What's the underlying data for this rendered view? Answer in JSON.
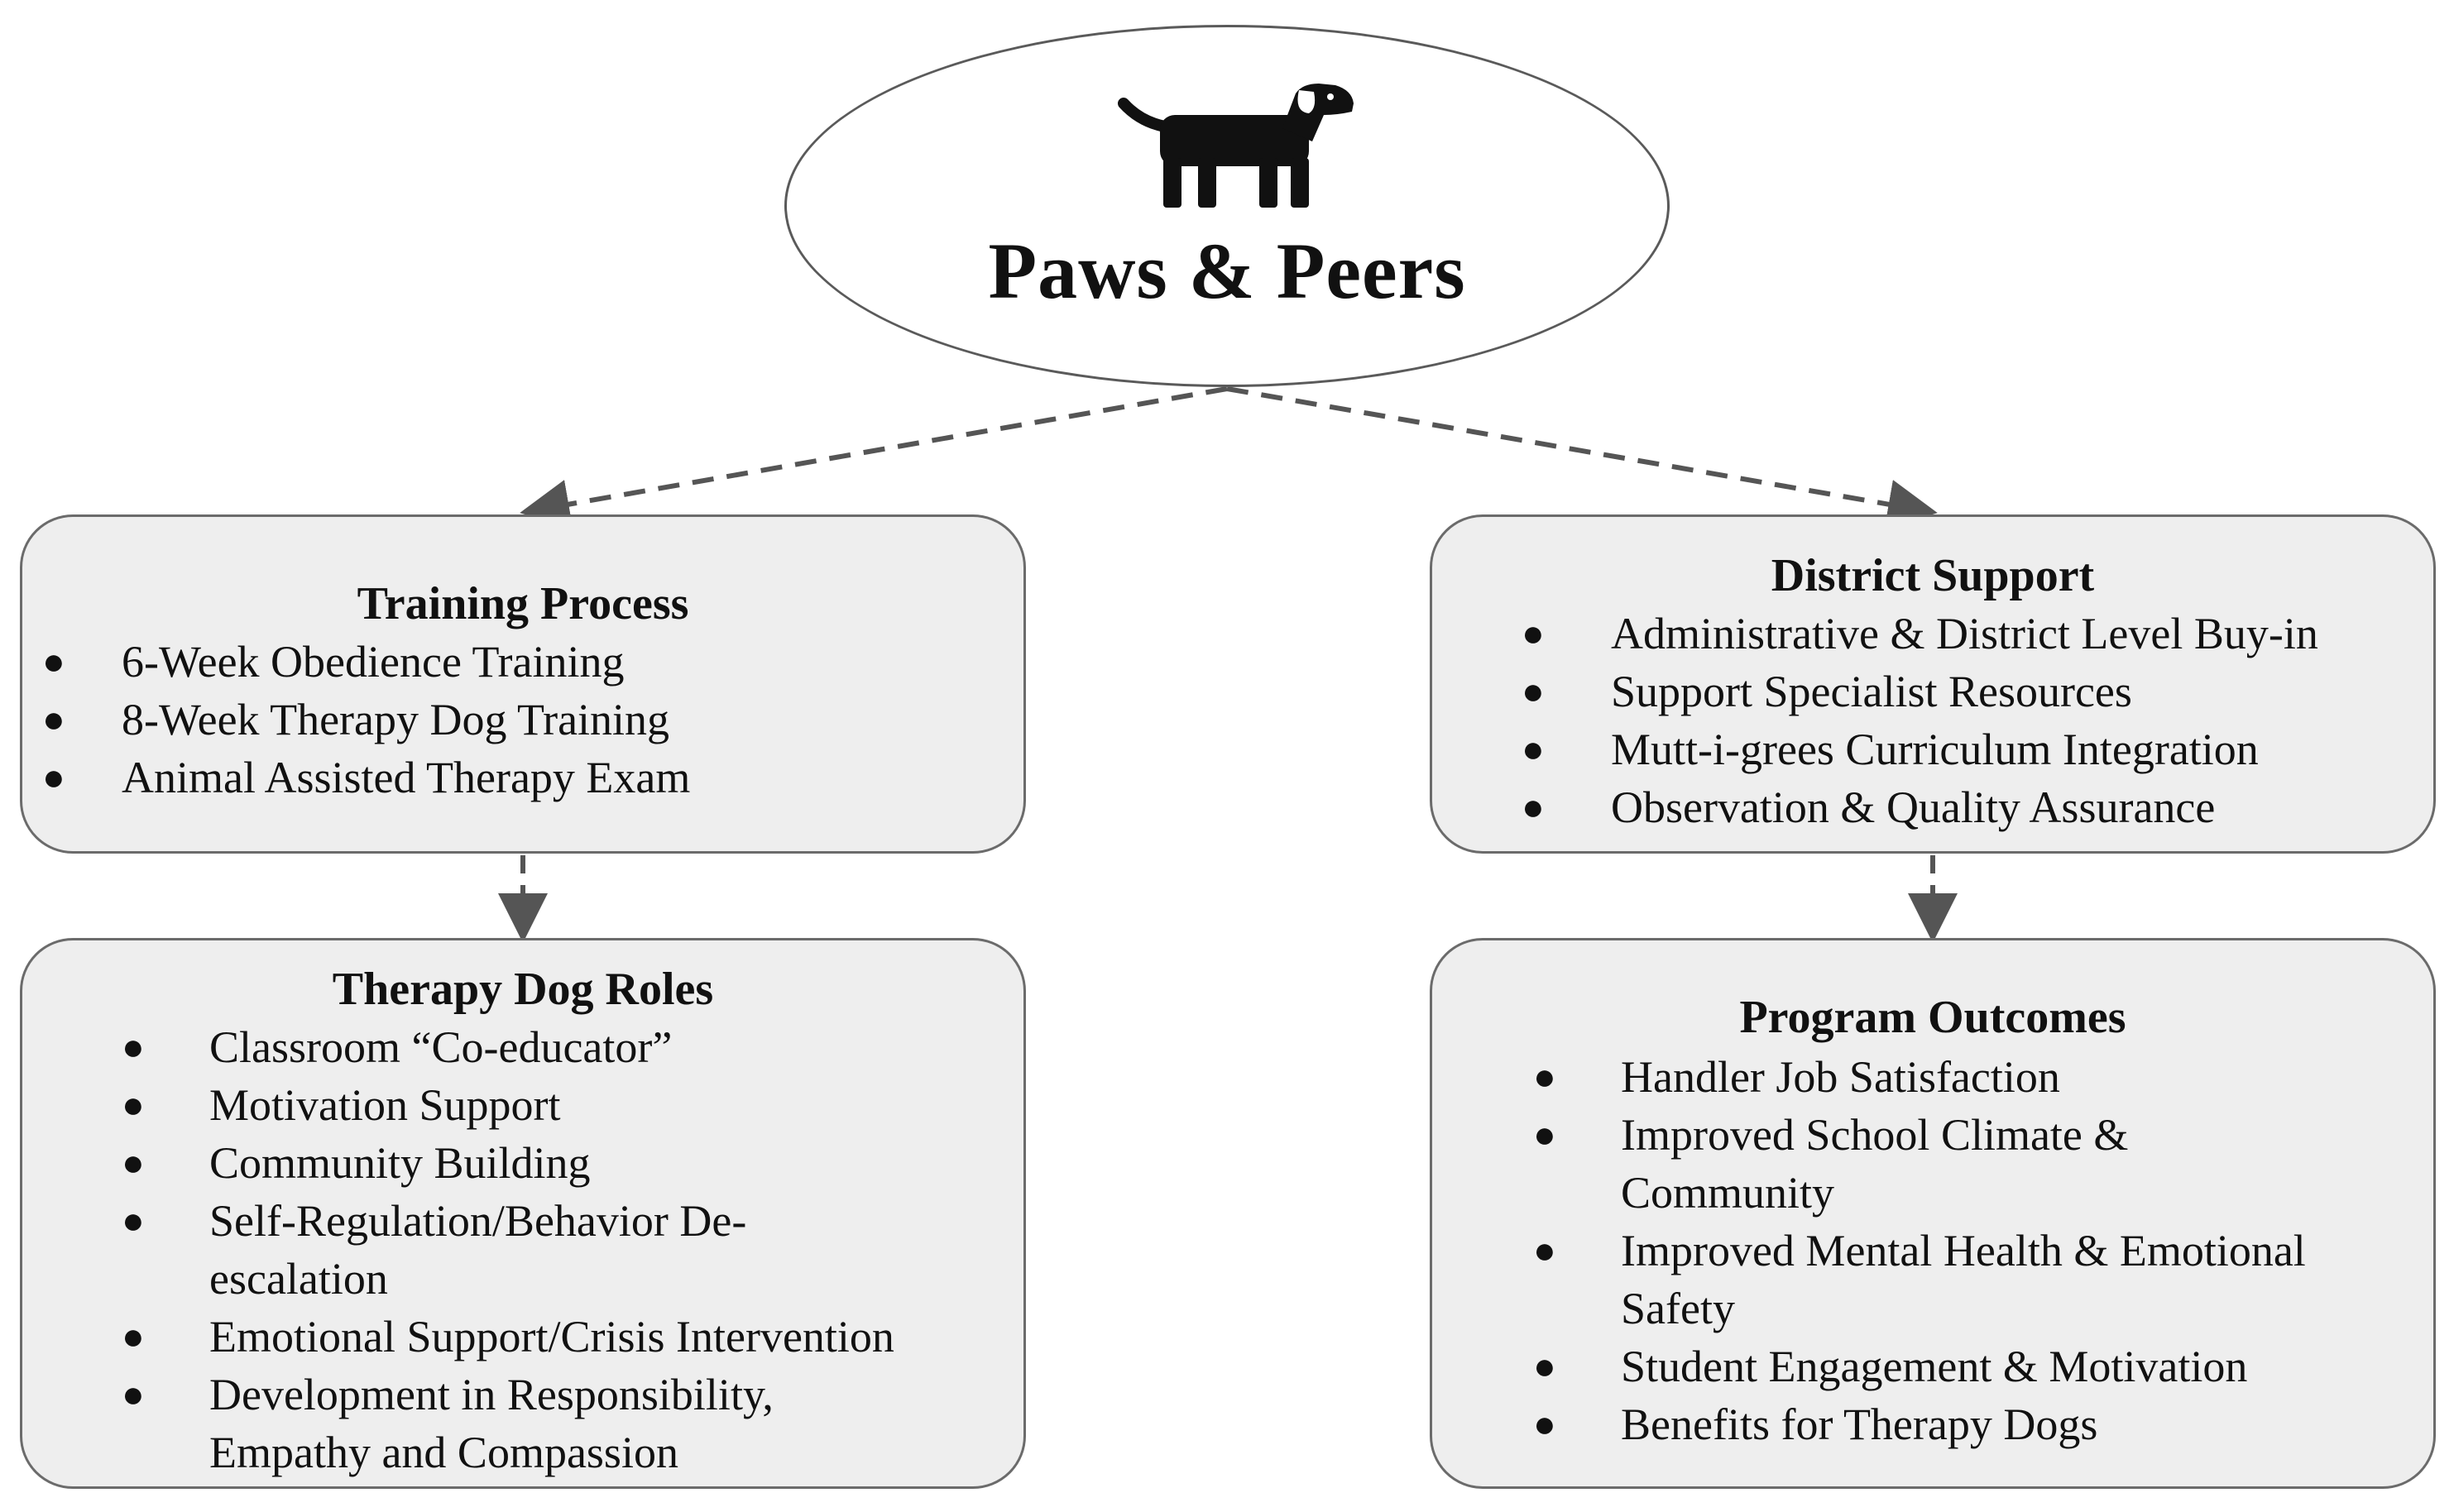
{
  "root": {
    "title": "Paws & Peers",
    "icon": "dog-icon"
  },
  "boxes": {
    "training": {
      "heading": "Training Process",
      "items": [
        "6-Week Obedience Training",
        "8-Week Therapy Dog Training",
        "Animal Assisted Therapy Exam"
      ]
    },
    "district": {
      "heading": "District Support",
      "items": [
        "Administrative & District Level Buy-in",
        "Support Specialist Resources",
        "Mutt-i-grees Curriculum Integration",
        "Observation & Quality Assurance"
      ]
    },
    "roles": {
      "heading": "Therapy Dog Roles",
      "items": [
        "Classroom “Co-educator”",
        "Motivation Support",
        "Community Building",
        "Self-Regulation/Behavior De-",
        "escalation",
        "Emotional Support/Crisis Intervention",
        "Development in Responsibility,",
        "Empathy and Compassion"
      ]
    },
    "outcomes": {
      "heading": "Program Outcomes",
      "items": [
        "Handler Job Satisfaction",
        "Improved School Climate &",
        "Community",
        "Improved Mental Health & Emotional",
        "Safety",
        "Student Engagement & Motivation",
        "Benefits for Therapy Dogs"
      ]
    }
  },
  "bullet": "●",
  "colors": {
    "box_fill": "#eeeeee",
    "box_border": "#6b6b6b",
    "connector": "#555555",
    "text": "#111111"
  }
}
